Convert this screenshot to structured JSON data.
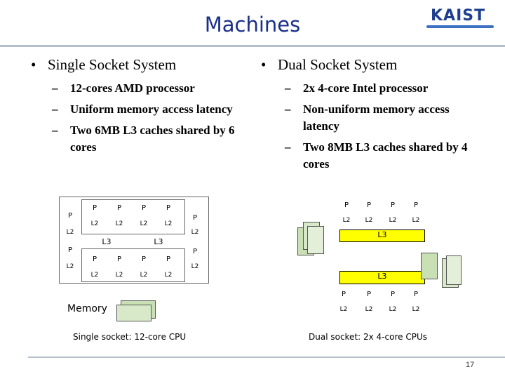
{
  "slide": {
    "title": "Machines",
    "logo_text": "KAIST",
    "page_number": "17"
  },
  "left": {
    "heading": "Single Socket System",
    "items": [
      "12-cores AMD processor",
      "Uniform memory access latency",
      "Two 6MB L3 caches shared by 6 cores"
    ],
    "diagram": {
      "p_label": "P",
      "l2_label": "L2",
      "l3_label": "L3",
      "memory_label": "Memory",
      "caption": "Single socket: 12-core CPU"
    }
  },
  "right": {
    "heading": "Dual Socket System",
    "items": [
      "2x 4-core Intel processor",
      "Non-uniform memory access latency",
      "Two 8MB L3 caches shared by 4 cores"
    ],
    "diagram": {
      "p_label": "P",
      "l2_label": "L2",
      "l3_label": "L3",
      "caption": "Dual socket: 2x 4-core CPUs"
    }
  },
  "colors": {
    "title": "#1a2f8a",
    "l3_fill": "#ffff00",
    "memory_fill": "#c8e0b4",
    "rule": "#b5bfc9"
  },
  "icons": {
    "logo": "kaist-logo",
    "memory_module": "memory-module-icon"
  }
}
